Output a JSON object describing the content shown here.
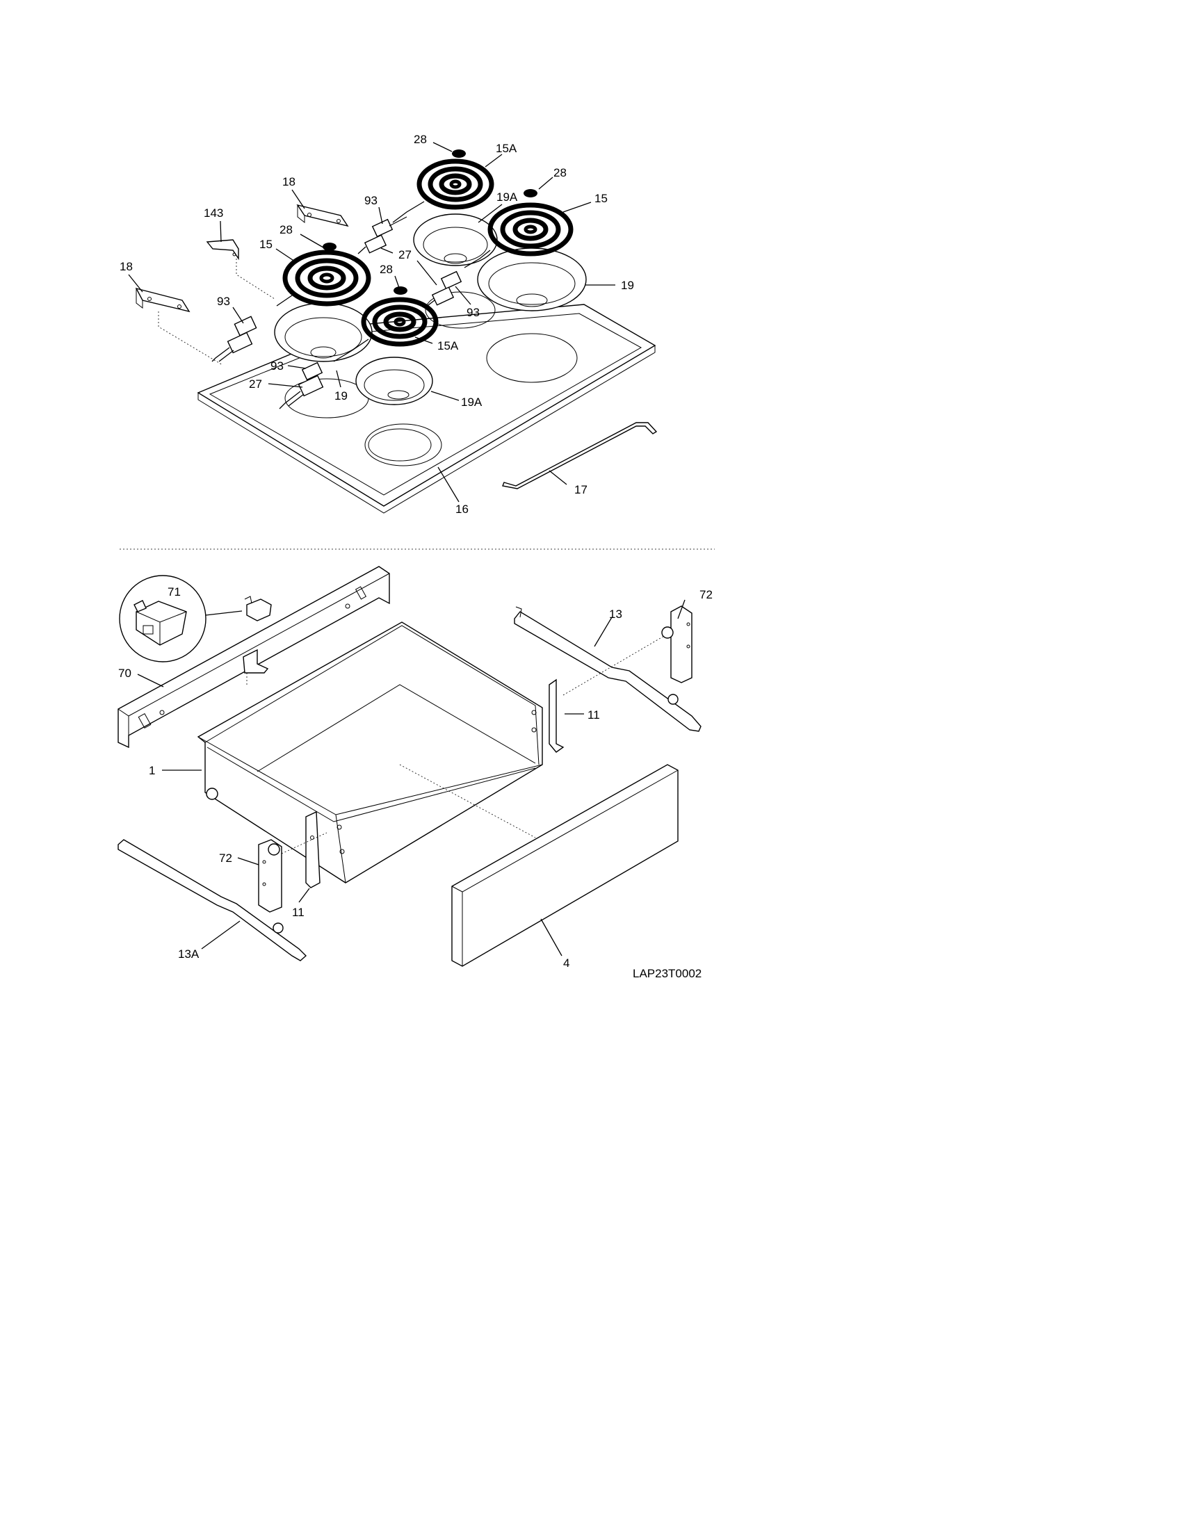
{
  "diagram": {
    "code": "LAP23T0002",
    "callouts": {
      "c28a": "28",
      "c15a_top": "15A",
      "c28b": "28",
      "c15_right": "15",
      "c19a_top": "19A",
      "c18_top": "18",
      "c93_top": "93",
      "c143": "143",
      "c28c": "28",
      "c15_left": "15",
      "c27_top": "27",
      "c28d": "28",
      "c19_right": "19",
      "c18_left": "18",
      "c93_mid": "93",
      "c93_right": "93",
      "c15a_mid": "15A",
      "c93_low": "93",
      "c27_low": "27",
      "c19_low": "19",
      "c19a_low": "19A",
      "c17": "17",
      "c16": "16",
      "c71": "71",
      "c72_top": "72",
      "c13": "13",
      "c70": "70",
      "c11_right": "11",
      "c1": "1",
      "c72_low": "72",
      "c11_low": "11",
      "c13a": "13A",
      "c4": "4"
    }
  }
}
